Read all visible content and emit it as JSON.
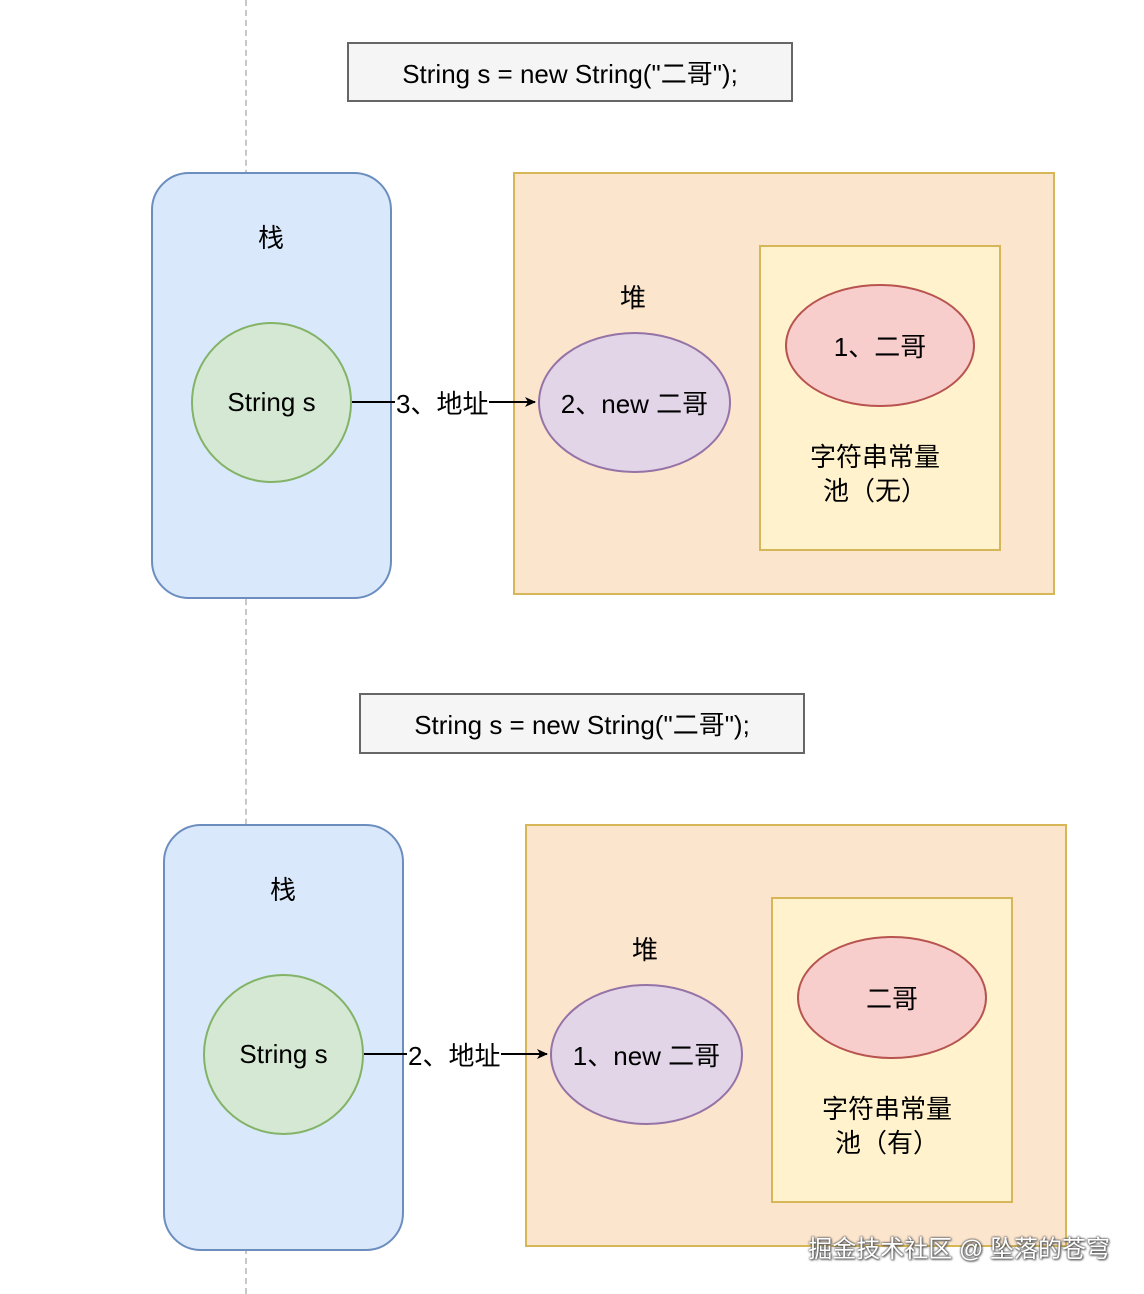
{
  "diagrams": [
    {
      "code": "String s = new String(\"二哥\");",
      "stack_label": "栈",
      "stack_var": "String s",
      "edge_label": "3、地址",
      "heap_label": "堆",
      "heap_object": "2、new 二哥",
      "pool_literal": "1、二哥",
      "pool_line1": "字符串常量",
      "pool_line2": "池（无）"
    },
    {
      "code": "String s = new String(\"二哥\");",
      "stack_label": "栈",
      "stack_var": "String s",
      "edge_label": "2、地址",
      "heap_label": "堆",
      "heap_object": "1、new 二哥",
      "pool_literal": "二哥",
      "pool_line1": "字符串常量",
      "pool_line2": "池（有）"
    }
  ],
  "watermark": "掘金技术社区 @ 坠落的苍穹",
  "colors": {
    "stack_fill": "#dae8fc",
    "heap_fill": "#fce5cd",
    "pool_fill": "#fff2cc",
    "variable_fill": "#d5e8d4",
    "object_fill": "#e1d5e7",
    "literal_fill": "#f8cecc"
  }
}
